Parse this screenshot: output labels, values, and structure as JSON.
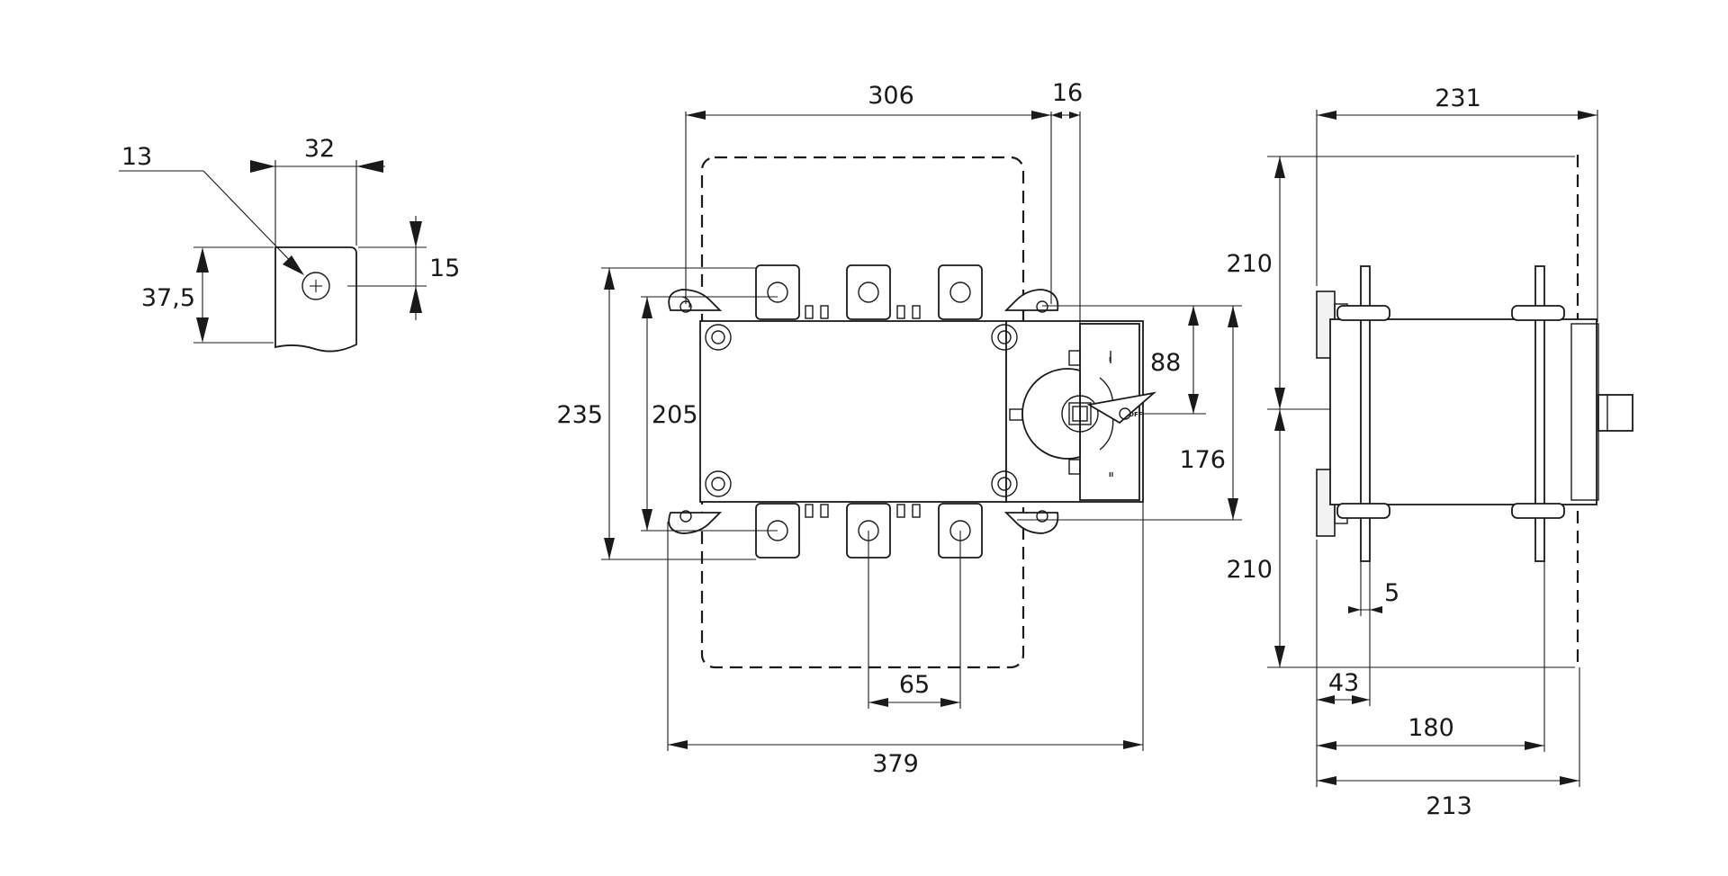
{
  "detail": {
    "hole_diameter": "13",
    "width": "32",
    "hole_offset": "15",
    "height": "37,5"
  },
  "front_view": {
    "width_306": "306",
    "offset_16": "16",
    "height_235": "235",
    "height_205": "205",
    "handle_88": "88",
    "handle_176": "176",
    "pole_pitch_65": "65",
    "total_width_379": "379",
    "marks": [
      "I",
      "II"
    ],
    "off_label": "OFF"
  },
  "side_view": {
    "depth_231": "231",
    "height_top_210": "210",
    "height_bottom_210": "210",
    "thickness_5": "5",
    "depth_43": "43",
    "depth_180": "180",
    "depth_213": "213"
  }
}
